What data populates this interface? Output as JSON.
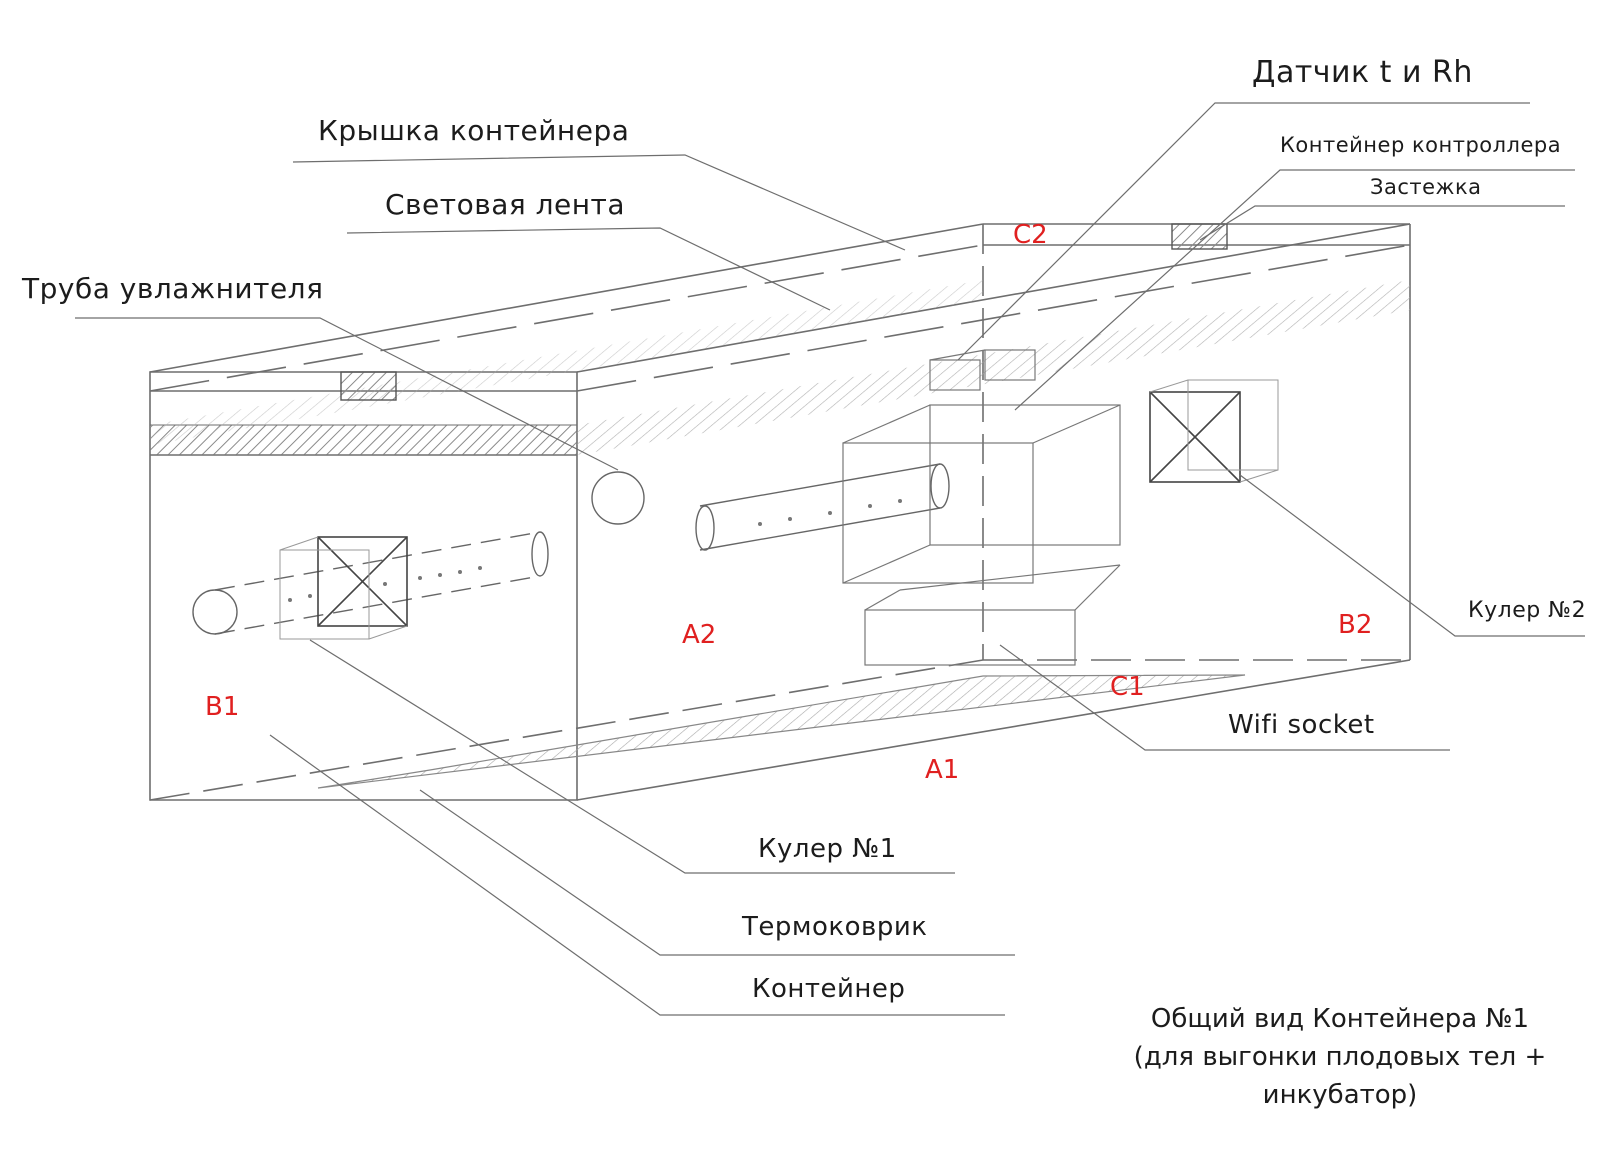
{
  "labels": {
    "sensor": "Датчик t и Rh",
    "lid": "Крышка контейнера",
    "controller_box": "Контейнер контроллера",
    "clasp": "Застежка",
    "light_strip": "Световая лента",
    "humidifier_pipe": "Труба увлажнителя",
    "cooler2": "Кулер №2",
    "wifi_socket": "Wifi socket",
    "cooler1": "Кулер №1",
    "heat_mat": "Термоковрик",
    "container": "Контейнер"
  },
  "zones": {
    "a1": "A1",
    "a2": "A2",
    "b1": "B1",
    "b2": "B2",
    "c1": "C1",
    "c2": "C2"
  },
  "title": {
    "line1": "Общий вид Контейнера №1",
    "line2": "(для выгонки плодовых тел +",
    "line3": "инкубатор)"
  },
  "colors": {
    "ink": "#1c1c1c",
    "pencil": "#6e6e6e",
    "zone_red": "#e02020"
  }
}
